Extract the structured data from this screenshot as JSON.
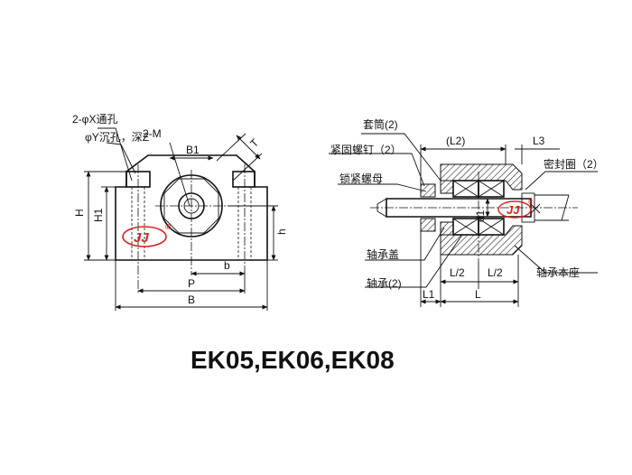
{
  "caption": "EK05,EK06,EK08",
  "logo": {
    "text": "JJ",
    "mark": "®",
    "color": "#d8231f"
  },
  "front_view": {
    "through_hole": "2-φX通孔",
    "counterbore": "φY沉孔，深Z",
    "thread": "2-M",
    "dims": {
      "B1": "B1",
      "T": "T",
      "H": "H",
      "H1": "H1",
      "h": "h",
      "b": "b",
      "P": "P",
      "B": "B"
    }
  },
  "section_view": {
    "parts": {
      "sleeve": "套筒(2)",
      "set_screw": "紧固螺钉（2）",
      "lock_nut": "锁紧螺母",
      "bearing_cover": "轴承盖",
      "bearing": "轴承(2)",
      "seal": "密封圈（2）",
      "housing": "轴承本座"
    },
    "dims": {
      "L2_paren": "(L2)",
      "L3": "L3",
      "d1": "d1",
      "L_half_a": "L/2",
      "L_half_b": "L/2",
      "L1": "L1",
      "L": "L"
    }
  }
}
